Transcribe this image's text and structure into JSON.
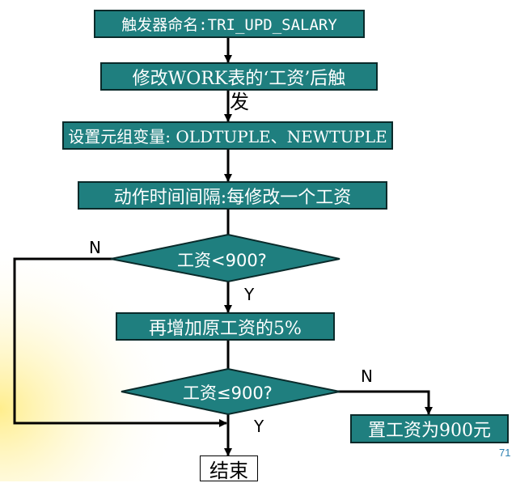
{
  "slide": {
    "steps": {
      "trigger_name": "触发器命名:TRI_UPD_SALARY",
      "when": "修改WORK表的‘工资’后触",
      "when_overflow": "发",
      "vars": "设置元组变量: OLDTUPLE、NEWTUPLE",
      "granularity": "动作时间间隔:每修改一个工资",
      "raise": "再增加原工资的5%",
      "set_900": "置工资为900元",
      "end": "结束"
    },
    "decisions": {
      "first": "工资<900?",
      "second": "工资≤900?"
    },
    "labels": {
      "first_no": "N",
      "first_yes": "Y",
      "second_no": "N",
      "second_yes": "Y"
    },
    "page_number": "71",
    "colors": {
      "box_fill": "#1f7f7f",
      "box_border": "#0a2a2a",
      "glow": "#fff2a0"
    }
  }
}
